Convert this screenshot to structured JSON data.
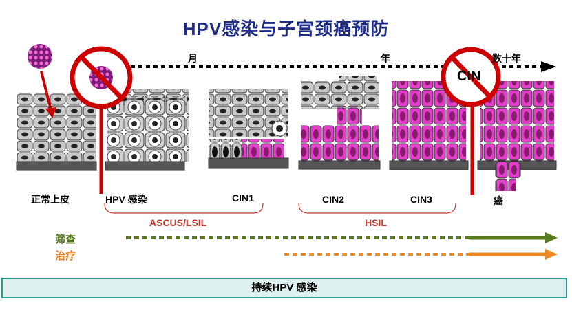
{
  "title": "HPV感染与子宫颈癌预防",
  "timeline": {
    "month": "月",
    "year": "年",
    "decades": "数十年"
  },
  "stages": {
    "normal": "正常上皮",
    "hpv": "HPV 感染",
    "cin1": "CIN1",
    "cin2": "CIN2",
    "cin3": "CIN3",
    "cancer": "癌"
  },
  "groups": {
    "ascus": "ASCUS/LSIL",
    "hsil": "HSIL"
  },
  "no_sign_text": "CIN",
  "rows": {
    "screening": "筛查",
    "treatment": "治疗"
  },
  "bottom": "持续HPV 感染",
  "colors": {
    "title": "#1f2d86",
    "red": "#cc0000",
    "screening": "#5a7a1f",
    "treatment": "#f08a24",
    "magenta": "#e040c8",
    "bar_border": "#2d9c8f"
  }
}
